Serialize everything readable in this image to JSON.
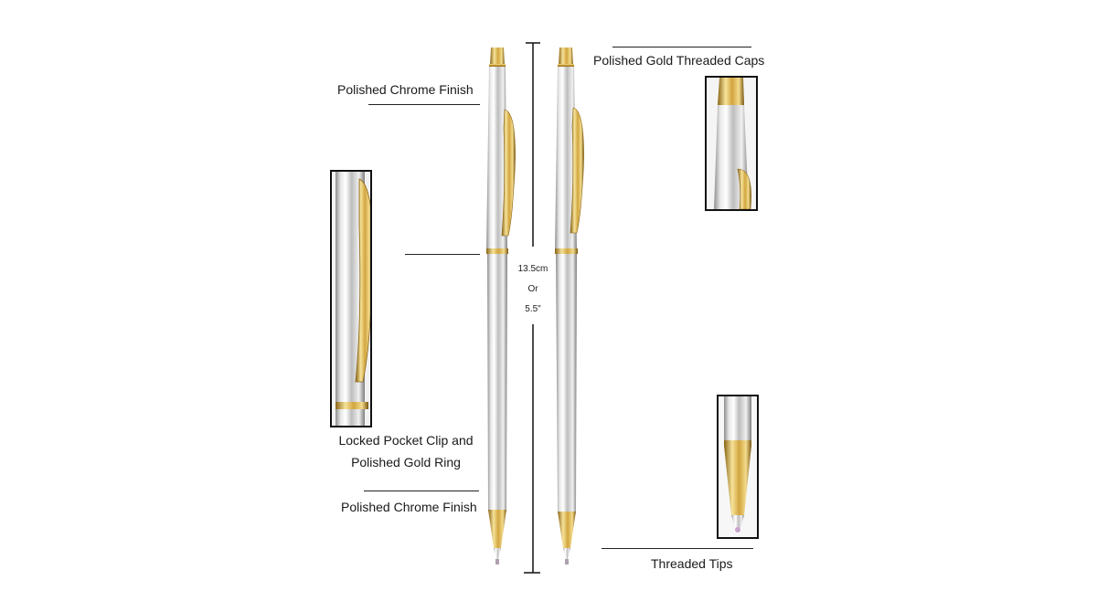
{
  "labels": {
    "chrome_top": "Polished Chrome Finish",
    "gold_caps": "Polished Gold Threaded Caps",
    "clip_line1": "Locked Pocket Clip and",
    "clip_line2": "Polished Gold Ring",
    "chrome_bottom": "Polished Chrome Finish",
    "tips": "Threaded  Tips"
  },
  "dimension": {
    "metric": "13.5cm",
    "or": "Or",
    "imperial": "5.5\""
  },
  "colors": {
    "chrome_light": "#f4f4f4",
    "chrome_dark": "#9a9a9a",
    "gold_light": "#f3dc8e",
    "gold_dark": "#a87d1e"
  }
}
